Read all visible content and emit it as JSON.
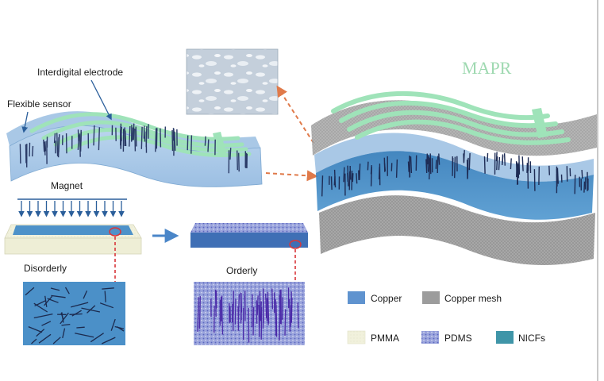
{
  "labels": {
    "interdigital_electrode": "Interdigital electrode",
    "flexible_sensor": "Flexible sensor",
    "magnet": "Magnet",
    "disorderly": "Disorderly",
    "orderly": "Orderly",
    "mapr": "MAPR"
  },
  "legend": [
    {
      "label": "Copper",
      "swatch": "copper"
    },
    {
      "label": "Copper mesh",
      "swatch": "copper-mesh"
    },
    {
      "label": "PMMA",
      "swatch": "pmma"
    },
    {
      "label": "PDMS",
      "swatch": "pdms"
    },
    {
      "label": "NICFs",
      "swatch": "nicfs"
    }
  ],
  "colors": {
    "copper": "#5f93cf",
    "copper_mesh": "#9c9c9c",
    "pmma": "#f1f1dc",
    "pdms": "#7a86cf",
    "nicfs": "#3f95a8",
    "electrode": "#9fe3b9",
    "mapr_text": "#9fd9b1",
    "arrow_orange": "#e07a4a",
    "arrow_red": "#d9363a",
    "arrow_blue": "#4a86c8"
  }
}
